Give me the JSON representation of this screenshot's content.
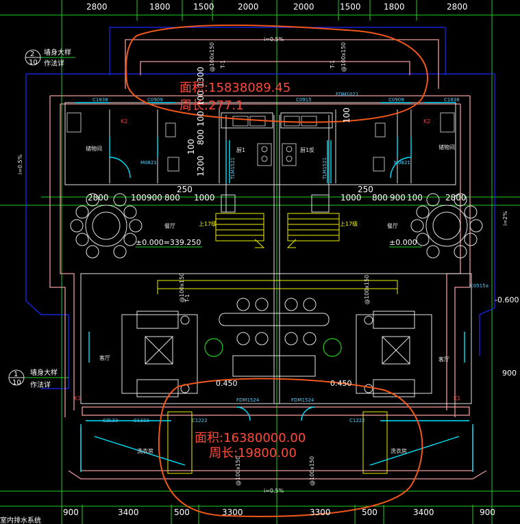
{
  "top_dimensions": [
    "2800",
    "1800",
    "1500",
    "2000",
    "2000",
    "1500",
    "1800",
    "2800"
  ],
  "middle_dimensions": [
    "2800",
    "100",
    "900",
    "800",
    "1000",
    "1000",
    "800",
    "900",
    "100",
    "2800"
  ],
  "bottom_dimensions": [
    "900",
    "3400",
    "500",
    "3300",
    "3300",
    "500",
    "3400",
    "900"
  ],
  "vertical_dimensions": [
    "100",
    "1300",
    "100",
    "100",
    "1200",
    "800",
    "100"
  ],
  "dim_250": "250",
  "slope_top": "i=0.5%",
  "slope_left": "i=0.5%",
  "slope_right": "i=2%",
  "slope_bottom": "i=0.5%",
  "callouts": [
    {
      "num": "2",
      "den": "10",
      "text1": "墙身大样",
      "text2": "作法详"
    },
    {
      "num": "1",
      "den": "10",
      "text1": "墙身大样",
      "text2": "作法详"
    }
  ],
  "levels": {
    "left": "±0.000=339.250",
    "right": "±0.000",
    "far_right": "-0.600",
    "step_left": "0.450",
    "step_right": "0.450",
    "edge_right": "900"
  },
  "rooms": {
    "dining_l": "餐厅",
    "dining_r": "餐厅",
    "living_l": "客厅",
    "living_r": "客厅",
    "kitchen_l": "厨1",
    "kitchen_r": "厨1反",
    "storage_l": "储物间",
    "storage_r": "储物间",
    "laundry_l": "洗衣房",
    "laundry_r": "洗衣房",
    "stair_l": "上17级",
    "stair_r": "上17级"
  },
  "codes": {
    "c1838_l": "C1838",
    "c1838_r": "C1838",
    "c0909_l": "C0909",
    "c0909_r": "C0909",
    "c0915": "C0915",
    "fdm1021": "FDM1021",
    "m0821_l": "M0821",
    "m0821_r": "M0821",
    "tlm1521_l": "TLM1521",
    "tlm1521_r": "TLM1521",
    "fdm1524_l": "FDM1524",
    "fdm1524_r": "FDM1524",
    "c1222_l": "C1222",
    "c1222_mid": "C1222",
    "c1222_r": "C1222",
    "czl22": "CZL22",
    "c0515a": "C0515a",
    "k1_l": "K1",
    "k1_r": "K1",
    "k2_l": "K2",
    "k2_r": "K2",
    "t1": "T-1",
    "pipe": "@100x150"
  },
  "annotations": {
    "area_top": "面积:15838089.45",
    "perimeter_top": "周长:277.1",
    "area_bottom": "面积:16380000.00",
    "perimeter_bottom": "周长:19800.00"
  },
  "corner_note": "室内排水系统",
  "colors": {
    "background": "#000000",
    "grid_green": "#1fd11f",
    "axis_blue": "#1a2bff",
    "wall_pink": "#f09b9b",
    "wall_yellow": "#f2f200",
    "window_cyan": "#00e5ff",
    "markup_orange": "#f2581a",
    "annotation_red": "#ff4a3a"
  }
}
